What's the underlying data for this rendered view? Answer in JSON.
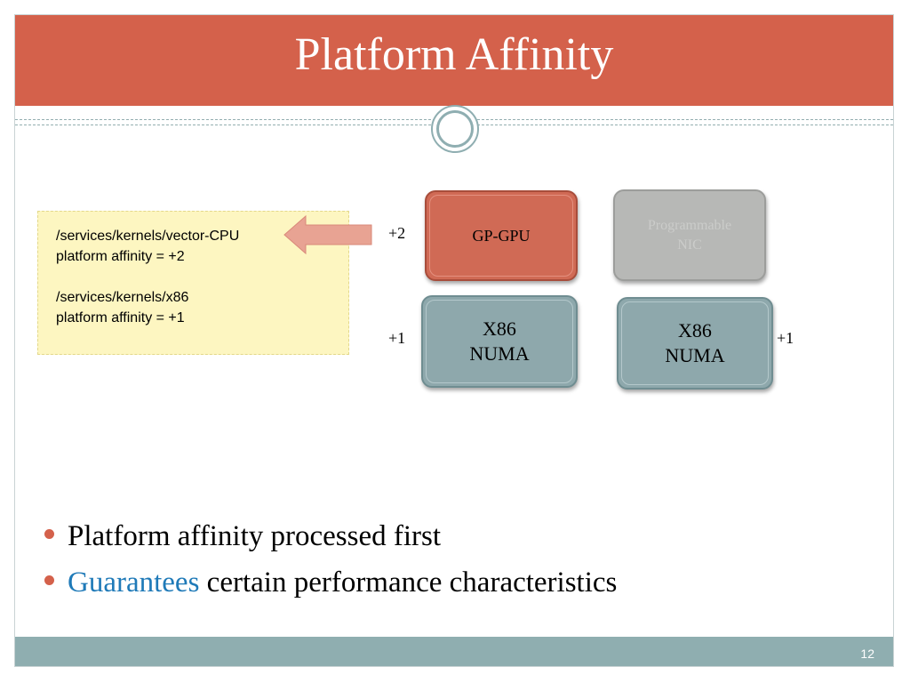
{
  "slide": {
    "title": "Platform Affinity",
    "page_number": "12",
    "colors": {
      "title_bar": "#d4614b",
      "footer_bar": "#8faeb0",
      "note_background": "#fdf6c1",
      "accent_text": "#1f7ab8",
      "arrow": "#e8a393"
    }
  },
  "note": {
    "lines": [
      "/services/kernels/vector-CPU",
      "platform affinity = +2",
      "",
      "/services/kernels/x86",
      "platform affinity = +1"
    ]
  },
  "chips": {
    "gpgpu": {
      "label": "GP-GPU",
      "score": "+2"
    },
    "nic": {
      "label_line1": "Programmable",
      "label_line2": "NIC"
    },
    "x86_left": {
      "label_line1": "X86",
      "label_line2": "NUMA",
      "score": "+1"
    },
    "x86_right": {
      "label_line1": "X86",
      "label_line2": "NUMA",
      "score": "+1"
    }
  },
  "bullets": [
    {
      "text": "Platform affinity processed first"
    },
    {
      "accent": "Guarantees",
      "text": " certain performance characteristics"
    }
  ],
  "icons": {
    "arrow": "left-arrow-icon",
    "bullet": "bullet-dot-icon",
    "ornament": "circle-ornament-icon"
  }
}
